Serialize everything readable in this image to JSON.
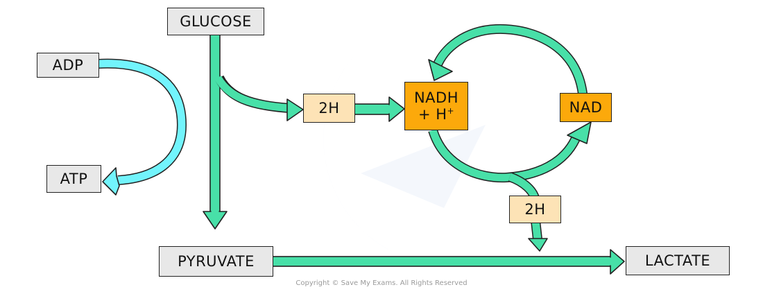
{
  "diagram": {
    "title": "Anaerobic respiration in mammals (lactate pathway)",
    "nodes": {
      "glucose": "GLUCOSE",
      "adp": "ADP",
      "atp": "ATP",
      "two_h_left": "2H",
      "nadh_line1": "NADH",
      "nadh_line2": "+ H",
      "nadh_sup": "+",
      "nad": "NAD",
      "two_h_right": "2H",
      "pyruvate": "PYRUVATE",
      "lactate": "LACTATE"
    },
    "colors": {
      "green_arrow": "#48e0a8",
      "blue_arrow": "#72f4fc",
      "grey_box": "#e8e8e8",
      "peach_box": "#fde3b6",
      "orange_box": "#fca90b",
      "outline": "#222222"
    },
    "edges": [
      {
        "from": "GLUCOSE",
        "to": "PYRUVATE"
      },
      {
        "from": "GLUCOSE",
        "to": "2H"
      },
      {
        "from": "ADP",
        "to": "ATP"
      },
      {
        "from": "2H",
        "to": "NADH + H+"
      },
      {
        "from": "NADH + H+",
        "to": "NAD"
      },
      {
        "from": "NAD",
        "to": "NADH + H+"
      },
      {
        "from": "NADH + H+",
        "to": "2H (right)"
      },
      {
        "from": "2H (right)",
        "to": "LACTATE"
      },
      {
        "from": "PYRUVATE",
        "to": "LACTATE"
      }
    ]
  },
  "footer": {
    "copyright": "Copyright © Save My Exams. All Rights Reserved"
  }
}
